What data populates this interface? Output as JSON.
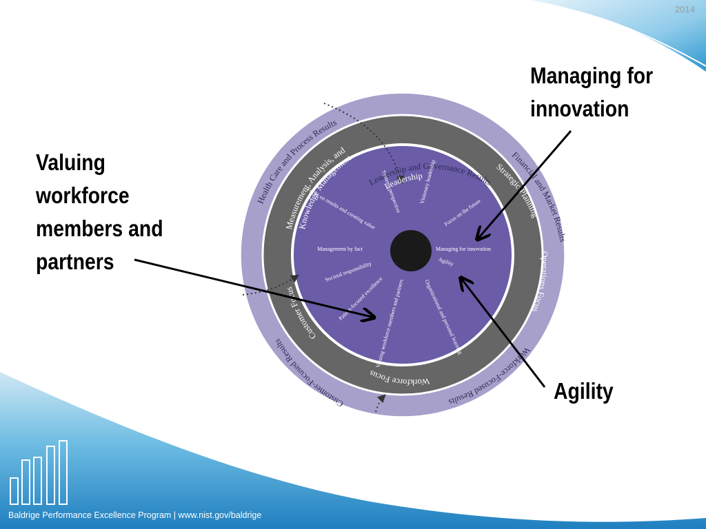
{
  "slide": {
    "year": "2014",
    "footer": "Baldrige Performance Excellence Program | www.nist.gov/baldrige"
  },
  "callouts": {
    "innovation": [
      "Managing for",
      "innovation"
    ],
    "valuing": [
      "Valuing",
      "workforce",
      "members and",
      "partners"
    ],
    "agility": [
      "Agility"
    ]
  },
  "diagram": {
    "outer_ring": [
      "Leadership and Governance Results",
      "Financial and Market Results",
      "Workforce-Focused Results",
      "Customer-Focused Results",
      "Health Care and Process Results"
    ],
    "middle_ring": [
      "Leadership",
      "Strategic Planning",
      "Operations Focus",
      "Workforce Focus",
      "Customer Focus",
      "Measurement, Analysis, and",
      "Knowledge Management"
    ],
    "core_values": [
      "Visionary leadership",
      "Focus on the future",
      "Managing for innovation",
      "Agility",
      "Organizational and personal learning",
      "Valuing workforce members and partners",
      "Patient-focused excellence",
      "Societal responsibility",
      "Management by fact",
      "Focus on results and creating value",
      "Systems perspective"
    ]
  },
  "colors": {
    "outer_ring": "#a6a0cb",
    "middle_ring": "#666666",
    "inner_disc": "#6a5ca7",
    "hub": "#1a1a1a",
    "swoosh": "#3aa0d3"
  }
}
